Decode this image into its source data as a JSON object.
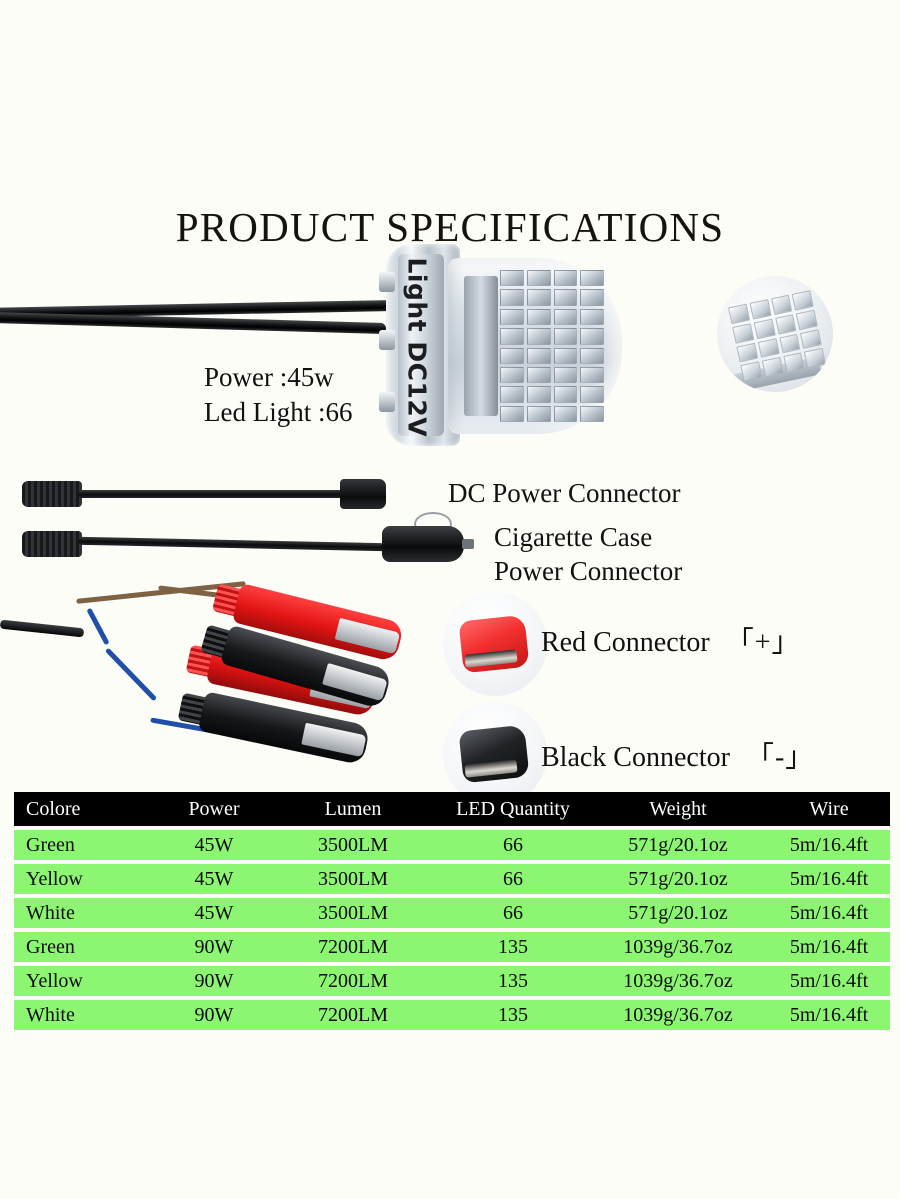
{
  "page": {
    "title": "PRODUCT SPECIFICATIONS",
    "background_color": "#fdfdf8"
  },
  "product": {
    "lamp_cap_text": "Light DC12V",
    "callout_power": "Power :45w",
    "callout_led": "Led Light :66"
  },
  "connectors": {
    "dc_power": "DC Power Connector",
    "cigarette_line1": "Cigarette Case",
    "cigarette_line2": "Power Connector",
    "red_label": "Red Connector",
    "red_polarity": "「+」",
    "black_label": "Black Connector",
    "black_polarity": "「-」"
  },
  "colors": {
    "table_header_bg": "#000000",
    "table_header_text": "#ffffff",
    "table_row_bg": "#8cf572",
    "red_connector": "#e21414",
    "black_connector": "#17191b"
  },
  "spec_table": {
    "headers": [
      "Colore",
      "Power",
      "Lumen",
      "LED Quantity",
      "Weight",
      "Wire"
    ],
    "rows": [
      [
        "Green",
        "45W",
        "3500LM",
        "66",
        "571g/20.1oz",
        "5m/16.4ft"
      ],
      [
        "Yellow",
        "45W",
        "3500LM",
        "66",
        "571g/20.1oz",
        "5m/16.4ft"
      ],
      [
        "White",
        "45W",
        "3500LM",
        "66",
        "571g/20.1oz",
        "5m/16.4ft"
      ],
      [
        "Green",
        "90W",
        "7200LM",
        "135",
        "1039g/36.7oz",
        "5m/16.4ft"
      ],
      [
        "Yellow",
        "90W",
        "7200LM",
        "135",
        "1039g/36.7oz",
        "5m/16.4ft"
      ],
      [
        "White",
        "90W",
        "7200LM",
        "135",
        "1039g/36.7oz",
        "5m/16.4ft"
      ]
    ]
  }
}
